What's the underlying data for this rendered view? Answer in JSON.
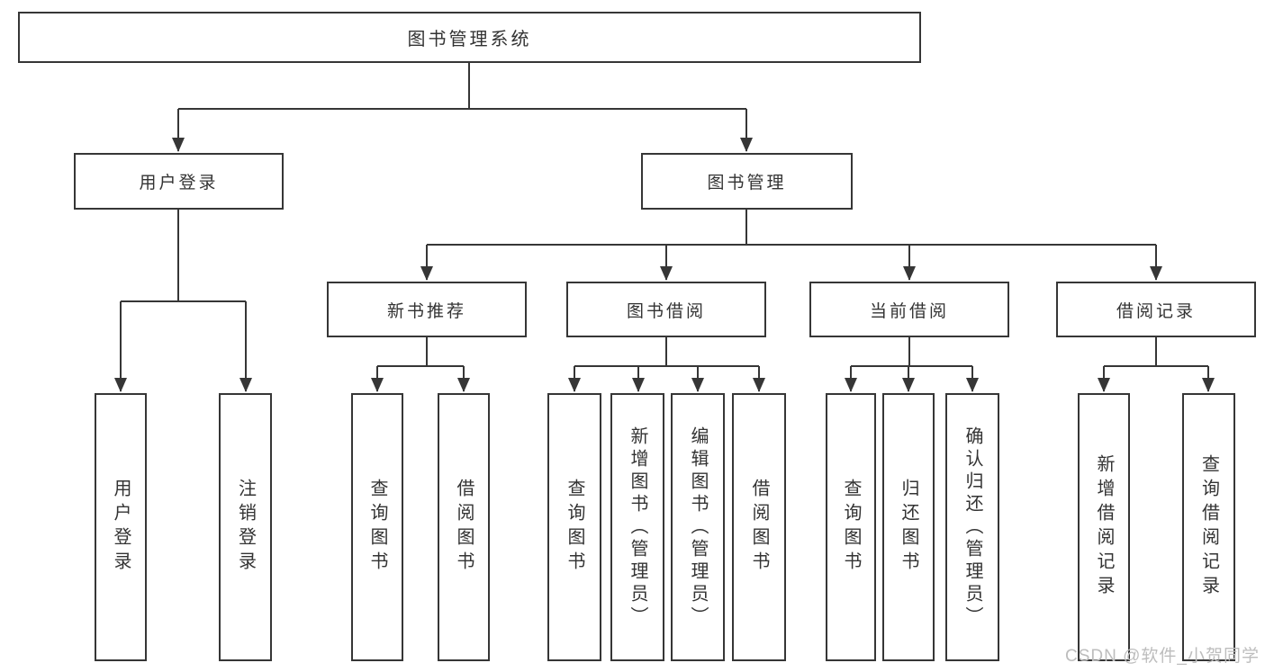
{
  "tree": {
    "root": {
      "label": "图书管理系统",
      "children": [
        {
          "label": "用户登录",
          "children": [
            {
              "label": "用户登录"
            },
            {
              "label": "注销登录"
            }
          ]
        },
        {
          "label": "图书管理",
          "children": [
            {
              "label": "新书推荐",
              "children": [
                {
                  "label": "查询图书"
                },
                {
                  "label": "借阅图书"
                }
              ]
            },
            {
              "label": "图书借阅",
              "children": [
                {
                  "label": "查询图书"
                },
                {
                  "label": "新增图书（管理员）"
                },
                {
                  "label": "编辑图书（管理员）"
                },
                {
                  "label": "借阅图书"
                }
              ]
            },
            {
              "label": "当前借阅",
              "children": [
                {
                  "label": "查询图书"
                },
                {
                  "label": "归还图书"
                },
                {
                  "label": "确认归还（管理员）"
                }
              ]
            },
            {
              "label": "借阅记录",
              "children": [
                {
                  "label": "新增借阅记录"
                },
                {
                  "label": "查询借阅记录"
                }
              ]
            }
          ]
        }
      ]
    }
  },
  "watermark": {
    "text": "CSDN @软件_小贺同学"
  },
  "colors": {
    "line": "#363636",
    "box_border": "#363636",
    "text": "#333333",
    "background": "#ffffff",
    "watermark": "#bdbdbd"
  }
}
